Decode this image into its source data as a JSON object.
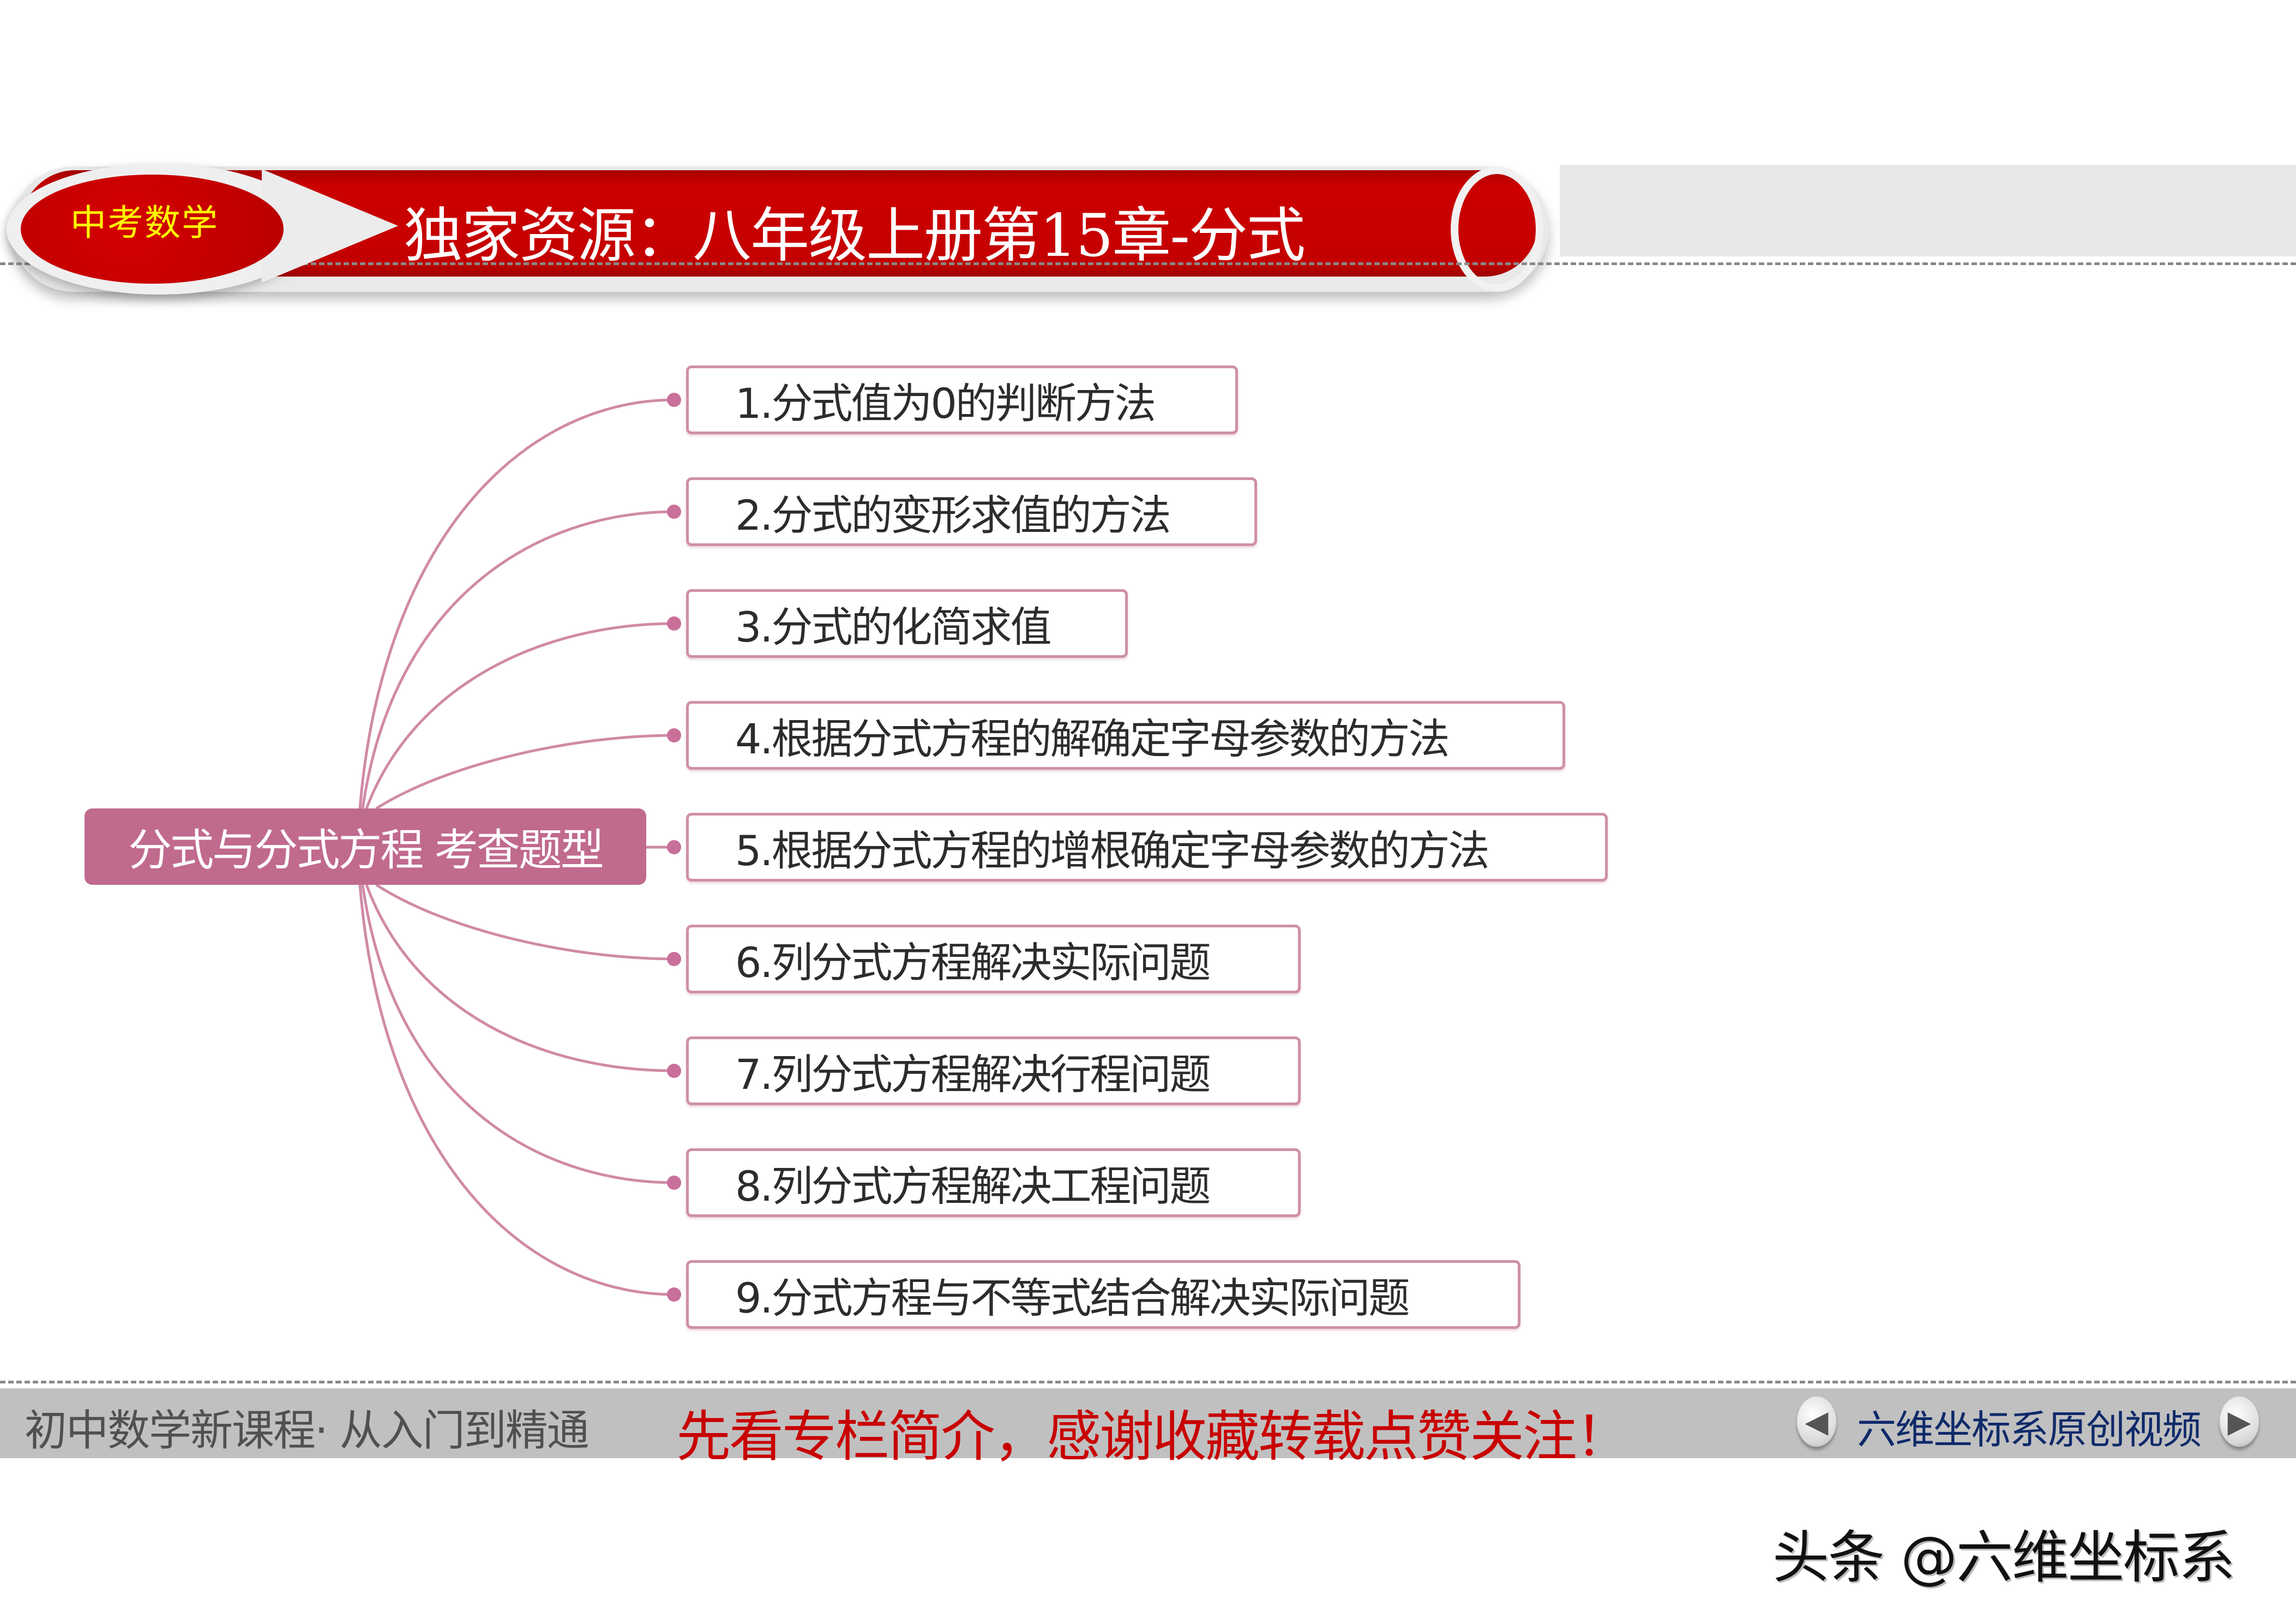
{
  "header": {
    "badge": "中考数学",
    "title": "独家资源：八年级上册第15章-分式",
    "colors": {
      "red": "#c80000",
      "badge_text": "#ffff00",
      "gray_band": "#e8e8e8"
    }
  },
  "mindmap": {
    "center": "分式与分式方程 考查题型",
    "center_color": "#c06a8e",
    "link_color": "#d08aa6",
    "branches": [
      {
        "label": "1.分式值为0的判断方法"
      },
      {
        "label": "2.分式的变形求值的方法"
      },
      {
        "label": "3.分式的化简求值"
      },
      {
        "label": "4.根据分式方程的解确定字母参数的方法"
      },
      {
        "label": "5.根据分式方程的增根确定字母参数的方法"
      },
      {
        "label": "6.列分式方程解决实际问题"
      },
      {
        "label": "7.列分式方程解决行程问题"
      },
      {
        "label": "8.列分式方程解决工程问题"
      },
      {
        "label": "9.分式方程与不等式结合解决实际问题"
      }
    ]
  },
  "footer": {
    "left": "初中数学新课程· 从入门到精通",
    "middle": "先看专栏简介，感谢收藏转载点赞关注！",
    "right": "六维坐标系原创视频",
    "prev_icon": "◀",
    "next_icon": "▶",
    "colors": {
      "bar": "#c0c0c0",
      "middle_text": "#c80000",
      "right_text": "#0f2a6a"
    }
  },
  "watermark": "头条 @六维坐标系"
}
